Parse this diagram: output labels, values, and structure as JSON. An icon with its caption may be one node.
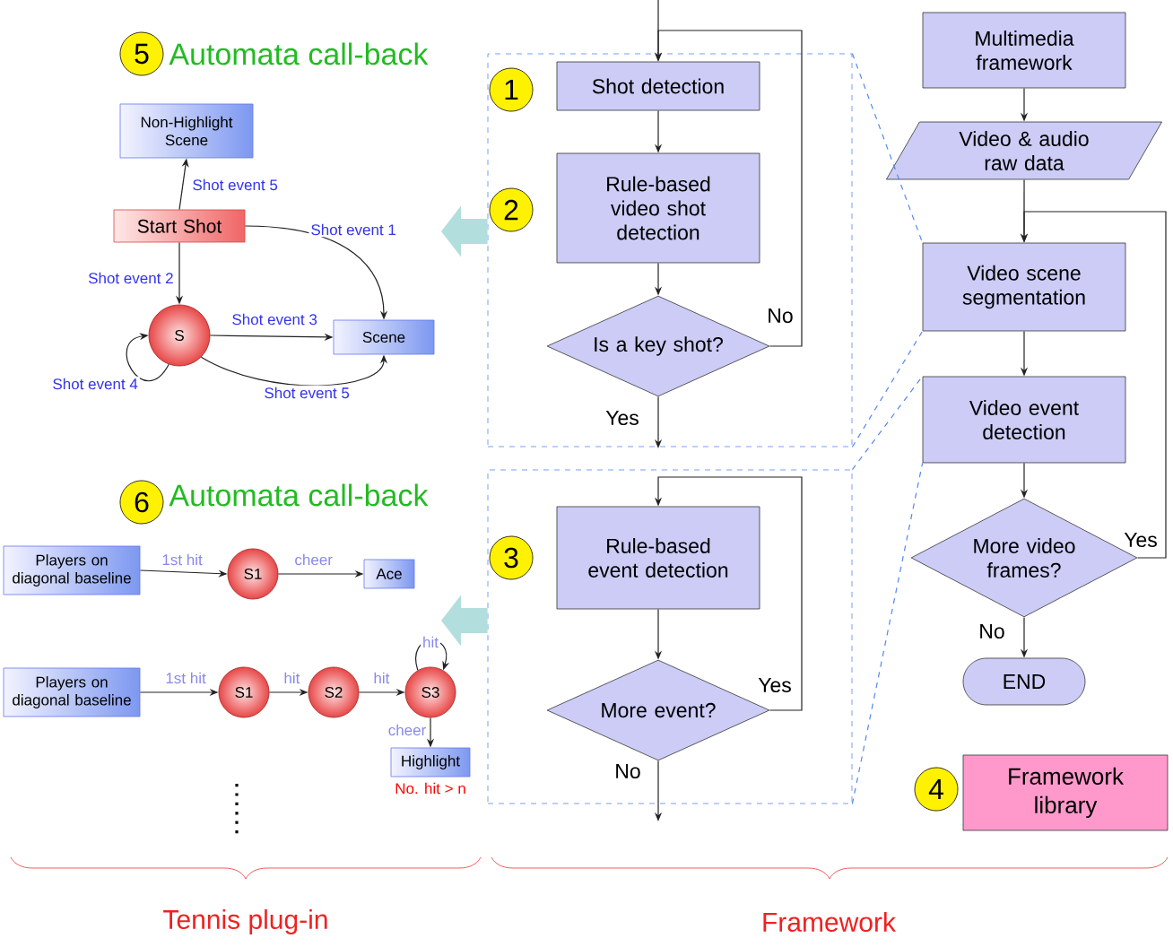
{
  "diagram": {
    "nodes": [
      {
        "text": [
          "5"
        ]
      },
      {
        "text": [
          "Non-Highlight Scene"
        ]
      },
      {
        "text": [
          "Start Shot"
        ]
      },
      {
        "text": [
          "S"
        ]
      },
      {
        "text": [
          "Scene"
        ]
      },
      {
        "text": [
          "6"
        ]
      },
      {
        "text": [
          "Players on diagonal baseline"
        ]
      },
      {
        "text": [
          "S1"
        ]
      },
      {
        "text": [
          "Ace"
        ]
      },
      {
        "text": [
          "Players on diagonal baseline"
        ]
      },
      {
        "text": [
          "S1"
        ]
      },
      {
        "text": [
          "S2"
        ]
      },
      {
        "text": [
          "S3"
        ]
      },
      {
        "text": [
          "Highlight"
        ],
        "beside": [
          "No. hit > n"
        ]
      },
      {
        "text": [],
        "shape": "box"
      },
      {
        "text": [
          "1"
        ],
        "in": 14
      },
      {
        "text": [
          "Shot detection"
        ],
        "in": 14
      },
      {
        "text": [
          "2"
        ],
        "in": 14
      },
      {
        "text": [
          "Rule-based video shot detection"
        ],
        "in": 14
      },
      {
        "text": [
          "Is a key shot?"
        ],
        "in": 14
      },
      {
        "text": [],
        "shape": "box"
      },
      {
        "text": [
          "3"
        ],
        "in": 20
      },
      {
        "text": [
          "Rule-based event detection"
        ],
        "in": 20
      },
      {
        "text": [
          "More event?"
        ],
        "in": 20
      },
      {
        "text": [
          "Multimedia framework"
        ]
      },
      {
        "text": [
          "Video & audio raw data"
        ]
      },
      {
        "text": [
          "Video scene segmentation"
        ]
      },
      {
        "text": [
          "Video event detection"
        ]
      },
      {
        "text": [
          "More video frames?"
        ]
      },
      {
        "text": [
          "END"
        ]
      },
      {
        "text": [
          "4"
        ]
      },
      {
        "text": [
          "Framework library"
        ]
      }
    ],
    "edges": [
      {
        "from": 2,
        "to": 1,
        "arrow": "to",
        "label": "Shot event 5"
      },
      {
        "from": 2,
        "to": 4,
        "arrow": "to",
        "label": "Shot event 1"
      },
      {
        "from": 2,
        "to": 3,
        "arrow": "to",
        "label": "Shot event 2"
      },
      {
        "from": 3,
        "to": 4,
        "arrow": "to",
        "label": "Shot event 3"
      },
      {
        "from": 3,
        "to": 3,
        "arrow": "to",
        "label": "Shot event 4"
      },
      {
        "from": 3,
        "to": 4,
        "arrow": "to",
        "label": "Shot event 5"
      },
      {
        "from": 6,
        "to": 7,
        "arrow": "to",
        "label": "1st hit"
      },
      {
        "from": 7,
        "to": 8,
        "arrow": "to",
        "label": "cheer"
      },
      {
        "from": 9,
        "to": 10,
        "arrow": "to",
        "label": "1st hit"
      },
      {
        "from": 10,
        "to": 11,
        "arrow": "to",
        "label": "hit"
      },
      {
        "from": 11,
        "to": 12,
        "arrow": "to",
        "label": "hit"
      },
      {
        "from": 12,
        "to": 12,
        "arrow": "to",
        "label": "hit"
      },
      {
        "from": 12,
        "to": 13,
        "arrow": "to",
        "label": "cheer"
      },
      {
        "from": null,
        "to": 16,
        "arrow": "to"
      },
      {
        "from": 16,
        "to": 18,
        "arrow": "to"
      },
      {
        "from": 18,
        "to": 19,
        "arrow": "to"
      },
      {
        "from": 19,
        "to": 16,
        "arrow": "to",
        "label": "No"
      },
      {
        "from": 19,
        "to": null,
        "arrow": "to",
        "label": "Yes"
      },
      {
        "from": 14,
        "to": null,
        "arrow": "to",
        "style": "thick",
        "color": "#b3dede"
      },
      {
        "from": 22,
        "to": 23,
        "arrow": "to"
      },
      {
        "from": 23,
        "to": 22,
        "arrow": "to",
        "label": "Yes"
      },
      {
        "from": 23,
        "to": null,
        "arrow": "to",
        "label": "No"
      },
      {
        "from": 20,
        "to": null,
        "arrow": "to",
        "style": "thick",
        "color": "#b3dede"
      },
      {
        "from": 24,
        "to": 25,
        "arrow": "to"
      },
      {
        "from": 25,
        "to": 26,
        "arrow": "to"
      },
      {
        "from": 26,
        "to": 27,
        "arrow": "to"
      },
      {
        "from": 27,
        "to": 28,
        "arrow": "to"
      },
      {
        "from": 28,
        "to": 26,
        "arrow": "to",
        "label": "Yes"
      },
      {
        "from": 28,
        "to": 29,
        "arrow": "to",
        "label": "No"
      },
      {
        "from": 14,
        "to": 26,
        "arrow": "none",
        "style": "dashed",
        "color": "#5588ee"
      },
      {
        "from": 14,
        "to": 26,
        "arrow": "none",
        "style": "dashed",
        "color": "#5588ee"
      },
      {
        "from": 20,
        "to": 27,
        "arrow": "none",
        "style": "dashed",
        "color": "#5588ee"
      },
      {
        "from": 20,
        "to": 27,
        "arrow": "none",
        "style": "dashed",
        "color": "#5588ee"
      }
    ],
    "labels": [
      "Automata call-back",
      "Automata call-back",
      "Tennis plug-in",
      "Framework"
    ]
  }
}
